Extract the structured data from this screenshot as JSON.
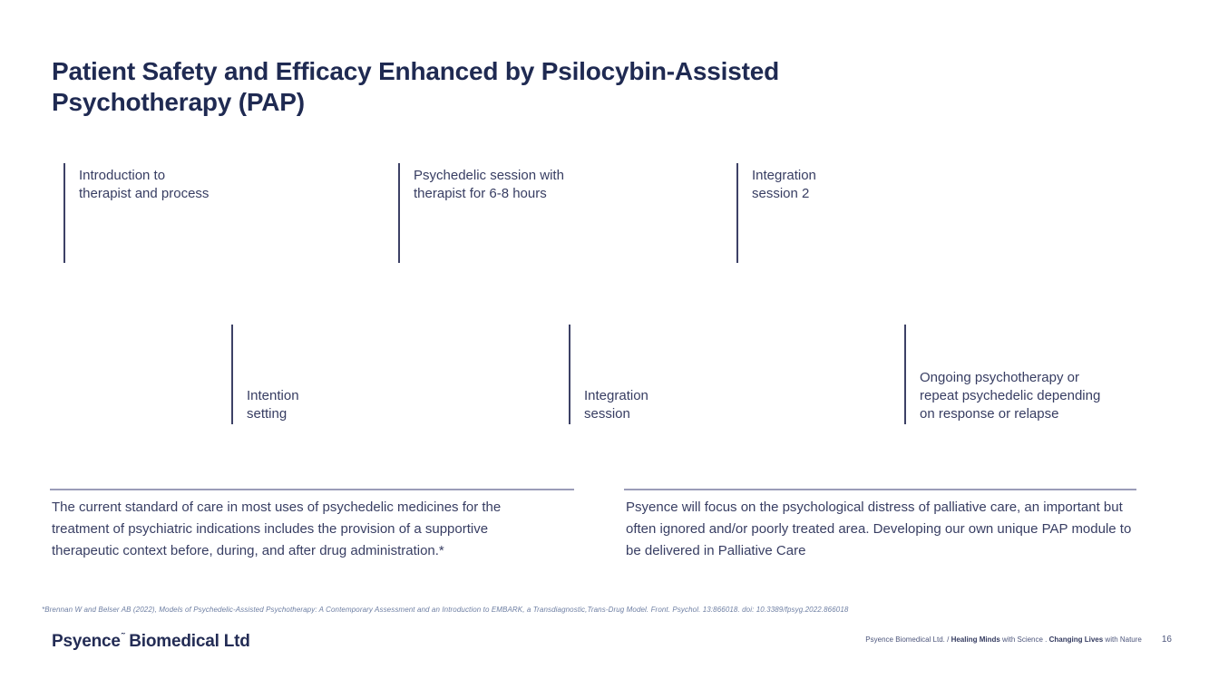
{
  "slide": {
    "title": "Patient Safety and Efficacy Enhanced by Psilocybin-Assisted\nPsychotherapy (PAP)",
    "colors": {
      "title_navy": "#1f2a52",
      "body_navy": "#383e63",
      "timeline_line": "#3d4166",
      "divider_gray": "#9a9cb8",
      "footnote_blue_gray": "#6e7fa3"
    },
    "timeline": {
      "steps": [
        {
          "label": "Introduction to\ntherapist and process",
          "row": "top"
        },
        {
          "label": "Intention\nsetting",
          "row": "bottom"
        },
        {
          "label": "Psychedelic session with\ntherapist for 6-8 hours",
          "row": "top"
        },
        {
          "label": "Integration\n session",
          "row": "bottom"
        },
        {
          "label": "Integration\nsession 2",
          "row": "top"
        },
        {
          "label": "Ongoing psychotherapy or\nrepeat psychedelic depending\non response or relapse",
          "row": "bottom"
        }
      ]
    },
    "callouts": {
      "left": "The current standard of care in most uses of psychedelic medicines for the treatment of psychiatric indications includes the provision of a supportive therapeutic context before, during, and after drug administration.*",
      "right": "Psyence will focus on the psychological distress of palliative care, an important but often ignored and/or poorly treated area. Developing our own unique PAP module to be delivered in Palliative Care"
    },
    "footnote": "*Brennan W and Belser AB (2022), Models of Psychedelic-Assisted Psychotherapy: A Contemporary Assessment and an Introduction to EMBARK, a Transdiagnostic,Trans-Drug Model. Front. Psychol. 13:866018. doi: 10.3389/fpsyg.2022.866018",
    "footer": {
      "logo": {
        "brand": "Psyence",
        "mark": "˜",
        "suffix": "Biomedical Ltd"
      },
      "tagline": {
        "part1": "Psyence Biomedical Ltd. / ",
        "bold1": "Healing Minds",
        "part2": " with Science . ",
        "bold2": "Changing Lives",
        "part3": " with Nature"
      },
      "page_number": "16"
    }
  }
}
